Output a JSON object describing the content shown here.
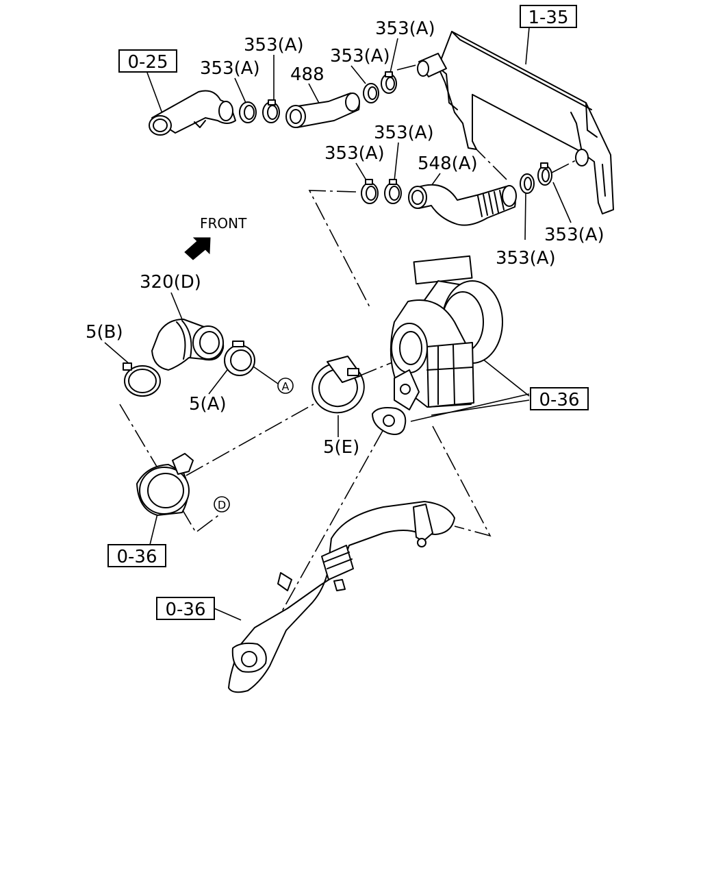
{
  "refs": {
    "r025": "0-25",
    "r135": "1-35",
    "r036_right": "0-36",
    "r036_left": "0-36",
    "r036_bottom": "0-36"
  },
  "parts": {
    "p353_a1": "353(A)",
    "p353_a2": "353(A)",
    "p353_a3": "353(A)",
    "p353_a4": "353(A)",
    "p353_a5": "353(A)",
    "p353_a6": "353(A)",
    "p353_a7": "353(A)",
    "p353_a8": "353(A)",
    "p488": "488",
    "p548a": "548(A)",
    "p320d": "320(D)",
    "p5b": "5(B)",
    "p5a": "5(A)",
    "p5e": "5(E)"
  },
  "markers": {
    "circle_a": "A",
    "circle_d": "D"
  },
  "front_label": "FRONT"
}
